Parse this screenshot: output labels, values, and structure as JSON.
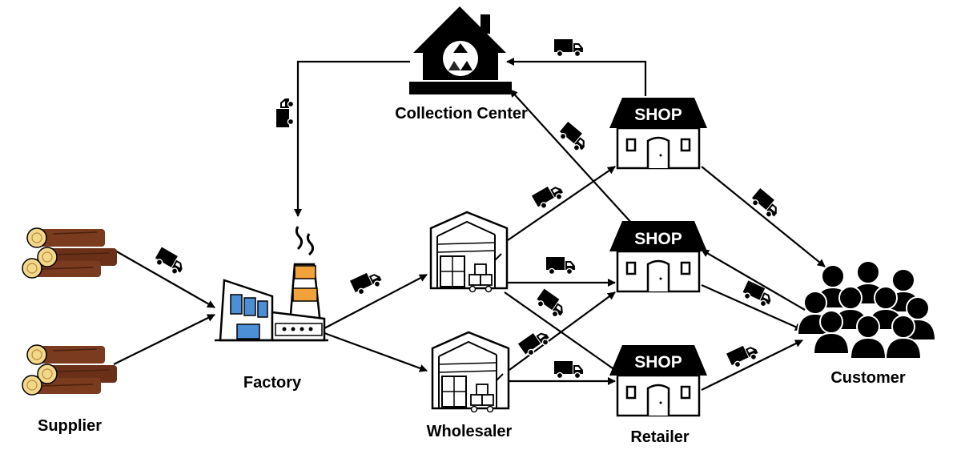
{
  "labels": {
    "supplier": "Supplier",
    "factory": "Factory",
    "wholesaler": "Wholesaler",
    "retailer": "Retailer",
    "customer": "Customer",
    "collection_center": "Collection Center",
    "shop_sign": "SHOP"
  },
  "icons": {
    "supplier": "log-pile-icon",
    "factory": "factory-icon",
    "wholesaler": "warehouse-icon",
    "shop": "shop-icon",
    "customer": "crowd-icon",
    "collection_center": "recycle-house-icon",
    "transport": "truck-icon"
  },
  "colors": {
    "wood": "#7a3b1e",
    "wood_end": "#f2d889",
    "factory_blue": "#4d8fd6",
    "chimney_orange": "#f2a23a",
    "ink": "#000000"
  }
}
